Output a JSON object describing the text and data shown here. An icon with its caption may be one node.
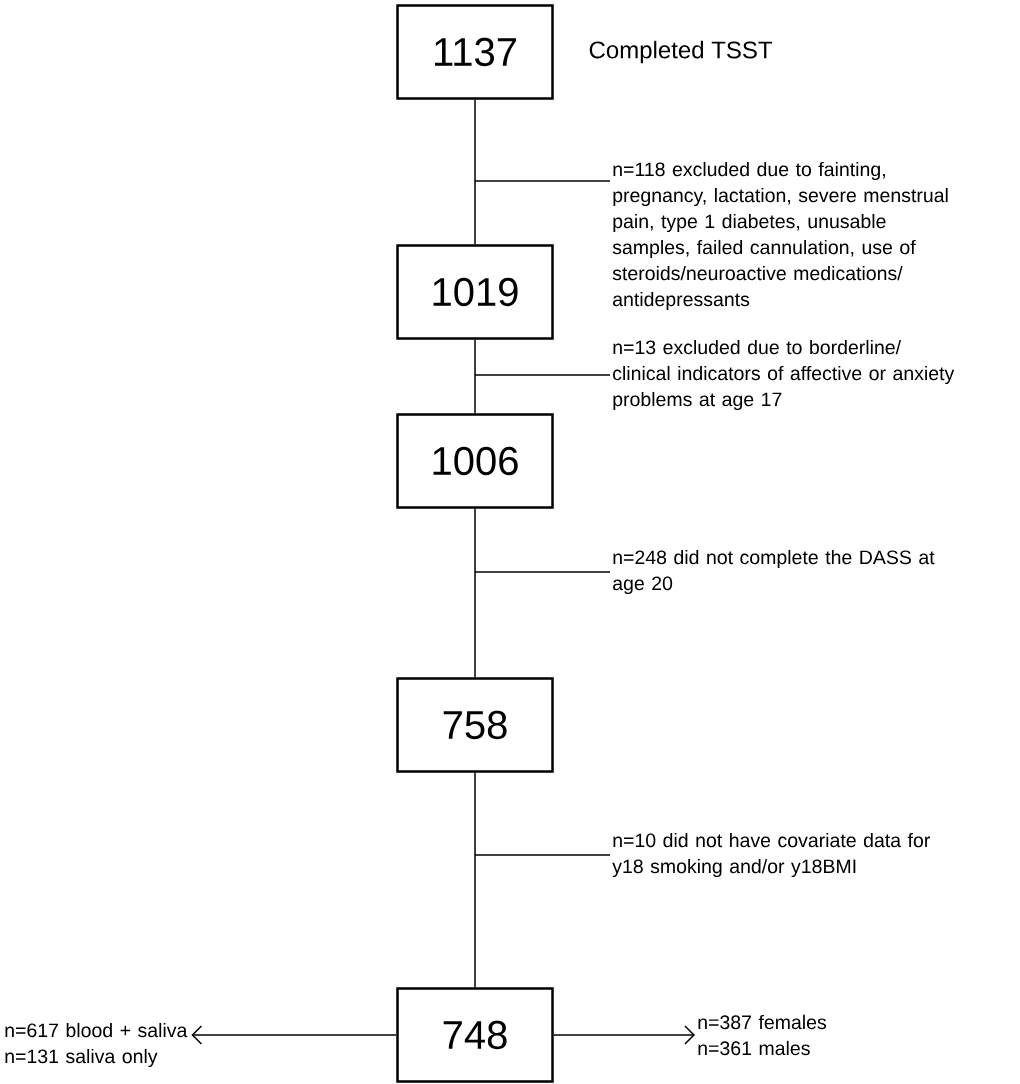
{
  "diagram": {
    "nodes": [
      {
        "text": [
          "1137"
        ],
        "beside": [
          "Completed TSST"
        ]
      },
      {
        "text": [
          "n=118 excluded due to fainting, pregnancy, lactation, severe menstrual pain, type 1 diabetes, unusable samples, failed cannulation, use of steroids/neuroactive medications/ antidepressants"
        ]
      },
      {
        "text": [
          "1019"
        ]
      },
      {
        "text": [
          "n=13 excluded due to borderline/ clinical indicators of affective or anxiety problems at age 17"
        ]
      },
      {
        "text": [
          "1006"
        ]
      },
      {
        "text": [
          "n=248 did not complete the DASS at age 20"
        ]
      },
      {
        "text": [
          "758"
        ]
      },
      {
        "text": [
          "n=10 did not have covariate data for y18 smoking and/or y18BMI"
        ]
      },
      {
        "text": [
          "748"
        ]
      },
      {
        "text": [
          "n=617 blood + saliva",
          "n=131 saliva only"
        ]
      },
      {
        "text": [
          "n=387 females",
          "n=361 males"
        ]
      }
    ],
    "edges": [
      {
        "from": 0,
        "to": 2,
        "arrow": "none"
      },
      {
        "from": null,
        "to": 1,
        "arrow": "none"
      },
      {
        "from": 2,
        "to": 4,
        "arrow": "none"
      },
      {
        "from": null,
        "to": 3,
        "arrow": "none"
      },
      {
        "from": 4,
        "to": 6,
        "arrow": "none"
      },
      {
        "from": null,
        "to": 5,
        "arrow": "none"
      },
      {
        "from": 6,
        "to": 8,
        "arrow": "none"
      },
      {
        "from": null,
        "to": 7,
        "arrow": "none"
      },
      {
        "from": 8,
        "to": 9,
        "arrow": "to"
      },
      {
        "from": 8,
        "to": 10,
        "arrow": "to"
      }
    ]
  }
}
